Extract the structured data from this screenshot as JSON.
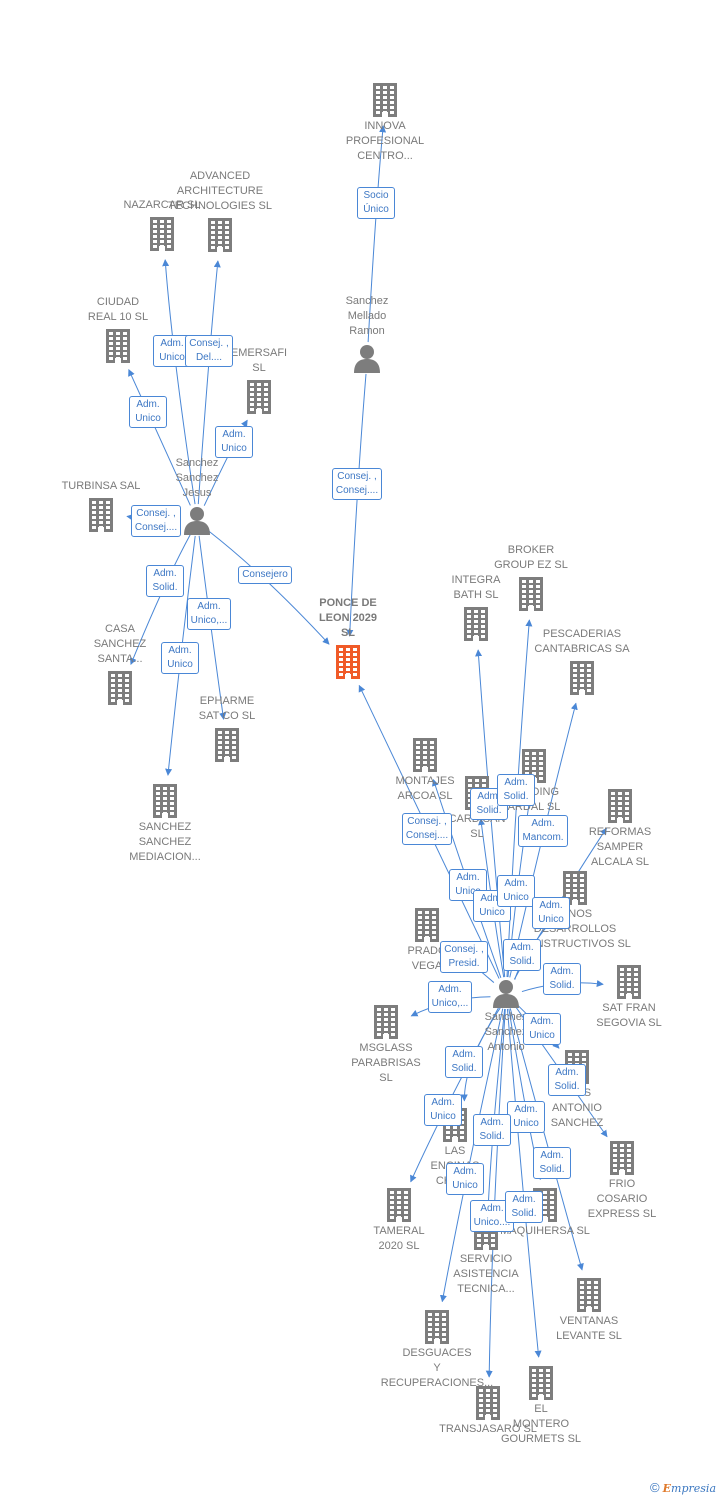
{
  "colors": {
    "edge": "#4a87d6",
    "node": "#7d7d7d",
    "focus": "#f05a28",
    "badge_text": "#3d77c4"
  },
  "nodes": [
    {
      "id": "innova",
      "label": "INNOVA\nPROFESIONAL\nCENTRO...",
      "type": "company"
    },
    {
      "id": "advanced",
      "label": "ADVANCED\nARCHITECTURE\nTECHNOLOGIES SL",
      "type": "company"
    },
    {
      "id": "nazarcar",
      "label": "NAZARCAR SL",
      "type": "company"
    },
    {
      "id": "ciudadreal",
      "label": "CIUDAD\nREAL 10 SL",
      "type": "company"
    },
    {
      "id": "emersafi",
      "label": "EMERSAFI\nSL",
      "type": "company"
    },
    {
      "id": "turbinsa",
      "label": "TURBINSA SAL",
      "type": "company"
    },
    {
      "id": "casasanchez",
      "label": "CASA\nSANCHEZ\nSANTA...",
      "type": "company"
    },
    {
      "id": "epharme",
      "label": "EPHARME\nSAT CO  SL",
      "type": "company"
    },
    {
      "id": "sanchezmed",
      "label": "SANCHEZ\nSANCHEZ\nMEDIACION...",
      "type": "company"
    },
    {
      "id": "ponce",
      "label": "PONCE DE\nLEON 2029\nSL",
      "type": "focus"
    },
    {
      "id": "integra",
      "label": "INTEGRA\nBATH  SL",
      "type": "company"
    },
    {
      "id": "broker",
      "label": "BROKER\nGROUP EZ  SL",
      "type": "company"
    },
    {
      "id": "pescaderias",
      "label": "PESCADERIAS\nCANTABRICAS SA",
      "type": "company"
    },
    {
      "id": "montajes",
      "label": "MONTAJES\nARCOA  SL",
      "type": "company"
    },
    {
      "id": "cardisan",
      "label": "CARDISAN\nSL",
      "type": "company"
    },
    {
      "id": "holding",
      "label": "HOLDING\nARDAL  SL",
      "type": "company"
    },
    {
      "id": "reformas",
      "label": "REFORMAS\nSAMPER\nALCALA SL",
      "type": "company"
    },
    {
      "id": "pinos",
      "label": "PINOS\nDESARROLLOS\nCONSTRUCTIVOS SL",
      "type": "company"
    },
    {
      "id": "pradovega",
      "label": "PRADO\nVEGA",
      "type": "company"
    },
    {
      "id": "satfran",
      "label": "SAT FRAN\nSEGOVIA SL",
      "type": "company"
    },
    {
      "id": "msglass",
      "label": "MSGLASS\nPARABRISAS\nSL",
      "type": "company"
    },
    {
      "id": "ttes",
      "label": "TTES\nANTONIO\nSANCHEZ",
      "type": "company"
    },
    {
      "id": "encinas",
      "label": "LAS\nENCINAS\nCHAP...",
      "type": "company"
    },
    {
      "id": "frio",
      "label": "FRIO\nCOSARIO\nEXPRESS  SL",
      "type": "company"
    },
    {
      "id": "tameral",
      "label": "TAMERAL\n2020 SL",
      "type": "company"
    },
    {
      "id": "maquihersa",
      "label": "MAQUIHERSA SL",
      "type": "company"
    },
    {
      "id": "servicio",
      "label": "SERVICIO\nASISTENCIA\nTECNICA...",
      "type": "company"
    },
    {
      "id": "ventanas",
      "label": "VENTANAS\nLEVANTE SL",
      "type": "company"
    },
    {
      "id": "desguaces",
      "label": "DESGUACES\nY\nRECUPERACIONES...",
      "type": "company"
    },
    {
      "id": "transjasaro",
      "label": "TRANSJASARO SL",
      "type": "company"
    },
    {
      "id": "montero",
      "label": "EL\nMONTERO\nGOURMETS SL",
      "type": "company"
    },
    {
      "id": "p_mellado",
      "label": "Sanchez\nMellado\nRamon",
      "type": "person"
    },
    {
      "id": "p_jesus",
      "label": "Sanchez\nSanchez\nJesus",
      "type": "person"
    },
    {
      "id": "p_antonio",
      "label": "Sanchez\nSanchez\nAntonio",
      "type": "person"
    }
  ],
  "edges": [
    {
      "from": "p_mellado",
      "to": "innova",
      "label": "Socio\nÚnico"
    },
    {
      "from": "p_mellado",
      "to": "ponce",
      "label": "Consej. ,\nConsej...."
    },
    {
      "from": "p_jesus",
      "to": "nazarcar",
      "label": "Adm.\nUnico"
    },
    {
      "from": "p_jesus",
      "to": "advanced",
      "label": "Consej. ,\nDel...."
    },
    {
      "from": "p_jesus",
      "to": "ciudadreal",
      "label": "Adm.\nUnico"
    },
    {
      "from": "p_jesus",
      "to": "emersafi",
      "label": "Adm.\nUnico"
    },
    {
      "from": "p_jesus",
      "to": "turbinsa",
      "label": "Consej. ,\nConsej...."
    },
    {
      "from": "p_jesus",
      "to": "casasanchez",
      "label": "Adm.\nSolid."
    },
    {
      "from": "p_jesus",
      "to": "epharme",
      "label": "Adm.\nUnico,..."
    },
    {
      "from": "p_jesus",
      "to": "sanchezmed",
      "label": "Adm.\nUnico"
    },
    {
      "from": "p_jesus",
      "to": "ponce",
      "label": "Consejero"
    },
    {
      "from": "p_antonio",
      "to": "ponce",
      "label": "Consej. ,\nConsej...."
    },
    {
      "from": "p_antonio",
      "to": "integra",
      "label": "Adm.\nSolid."
    },
    {
      "from": "p_antonio",
      "to": "broker",
      "label": "Adm.\nSolid."
    },
    {
      "from": "p_antonio",
      "to": "pescaderias",
      "label": "Adm.\nMancom."
    },
    {
      "from": "p_antonio",
      "to": "montajes",
      "label": "Adm.\nUnico"
    },
    {
      "from": "p_antonio",
      "to": "cardisan",
      "label": "Adm.\nUnico"
    },
    {
      "from": "p_antonio",
      "to": "holding",
      "label": "Adm.\nUnico"
    },
    {
      "from": "p_antonio",
      "to": "reformas",
      "label": "Adm.\nUnico"
    },
    {
      "from": "p_antonio",
      "to": "pinos",
      "label": "Adm.\nSolid."
    },
    {
      "from": "p_antonio",
      "to": "pradovega",
      "label": "Consej. ,\nPresid."
    },
    {
      "from": "p_antonio",
      "to": "satfran",
      "label": "Adm.\nSolid."
    },
    {
      "from": "p_antonio",
      "to": "msglass",
      "label": "Adm.\nUnico,..."
    },
    {
      "from": "p_antonio",
      "to": "ttes",
      "label": "Adm.\nUnico"
    },
    {
      "from": "p_antonio",
      "to": "encinas",
      "label": "Adm.\nSolid."
    },
    {
      "from": "p_antonio",
      "to": "frio",
      "label": "Adm.\nSolid."
    },
    {
      "from": "p_antonio",
      "to": "tameral",
      "label": "Adm.\nUnico"
    },
    {
      "from": "p_antonio",
      "to": "maquihersa",
      "label": "Adm.\nUnico"
    },
    {
      "from": "p_antonio",
      "to": "servicio",
      "label": "Adm.\nSolid."
    },
    {
      "from": "p_antonio",
      "to": "ventanas",
      "label": "Adm.\nSolid."
    },
    {
      "from": "p_antonio",
      "to": "desguaces",
      "label": "Adm.\nUnico"
    },
    {
      "from": "p_antonio",
      "to": "transjasaro",
      "label": "Adm.\nUnico...."
    },
    {
      "from": "p_antonio",
      "to": "montero",
      "label": "Adm.\nSolid."
    }
  ],
  "footer": {
    "copyright": "©",
    "brand_initial": "E",
    "brand_rest": "mpresia"
  }
}
